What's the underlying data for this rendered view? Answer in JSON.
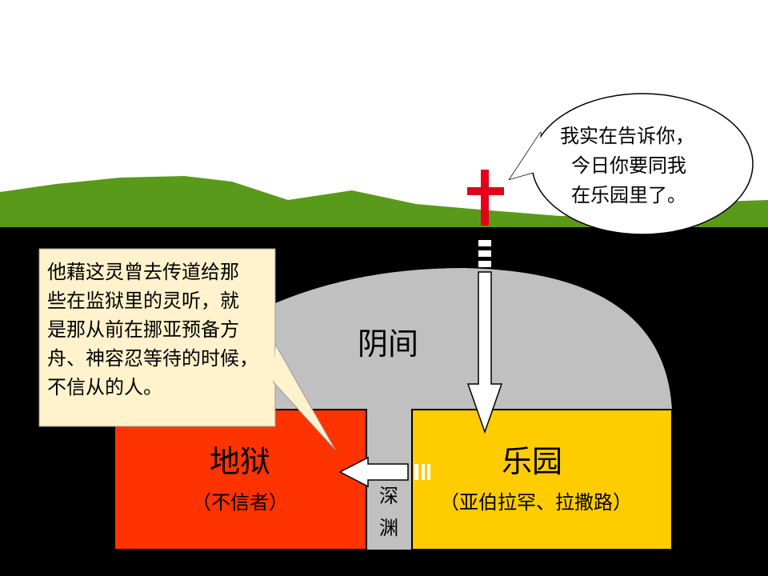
{
  "regions": {
    "hades": "阴间",
    "hell": "地狱",
    "hell_note": "（不信者）",
    "paradise": "乐园",
    "paradise_note": "（亚伯拉罕、拉撒路）",
    "abyss": [
      "深",
      "渊"
    ]
  },
  "speech_bubble": {
    "lines": [
      "我实在告诉你，",
      "今日你要同我",
      "在乐园里了。"
    ]
  },
  "note_callout": {
    "lines": [
      "他藉这灵曾去传道给那",
      "些在监狱里的灵听，就",
      "是那从前在挪亚预备方",
      "舟、神容忍等待的时候，",
      "不信从的人。"
    ]
  },
  "colors": {
    "sky": "#ffffff",
    "grass": "#5a9a1a",
    "underground": "#000000",
    "hades": "#c0c0c0",
    "hell": "#ff3300",
    "paradise": "#ffcc00",
    "cross": "#e3001b",
    "note_bg": "#fff2cc"
  },
  "icons": [
    "cross-icon",
    "down-arrow-icon",
    "left-arrow-icon"
  ]
}
